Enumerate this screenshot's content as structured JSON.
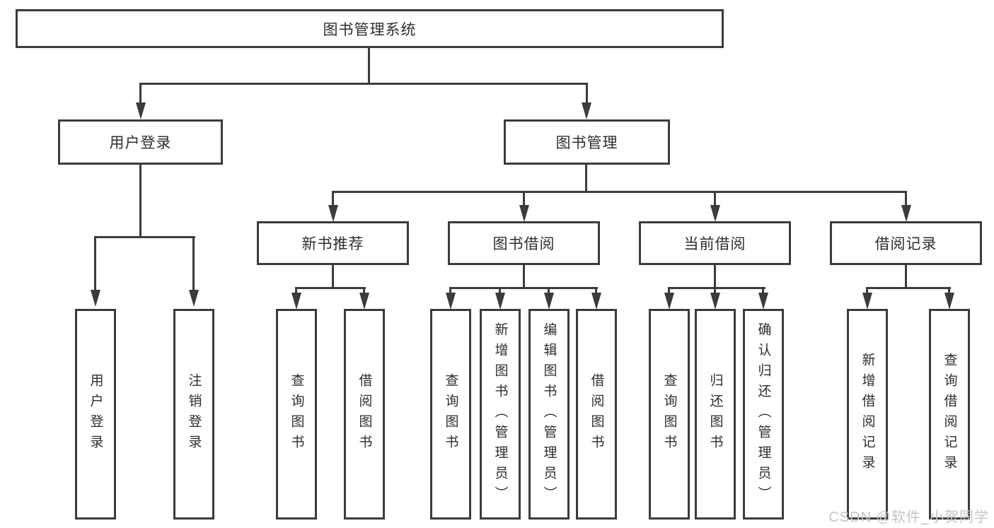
{
  "diagram": {
    "root": {
      "label": "图书管理系统"
    },
    "user_login": {
      "label": "用户登录",
      "leaves": [
        {
          "label": "用户登录"
        },
        {
          "label": "注销登录"
        }
      ]
    },
    "book_management": {
      "label": "图书管理",
      "children": [
        {
          "label": "新书推荐",
          "leaves": [
            {
              "label": "查询图书"
            },
            {
              "label": "借阅图书"
            }
          ]
        },
        {
          "label": "图书借阅",
          "leaves": [
            {
              "label": "查询图书"
            },
            {
              "label": "新增图书（管理员）"
            },
            {
              "label": "编辑图书（管理员）"
            },
            {
              "label": "借阅图书"
            }
          ]
        },
        {
          "label": "当前借阅",
          "leaves": [
            {
              "label": "查询图书"
            },
            {
              "label": "归还图书"
            },
            {
              "label": "确认归还（管理员）"
            }
          ]
        },
        {
          "label": "借阅记录",
          "leaves": [
            {
              "label": "新增借阅记录"
            },
            {
              "label": "查询借阅记录"
            }
          ]
        }
      ]
    }
  },
  "watermark": {
    "text": "CSDN @软件_小贺同学"
  },
  "colors": {
    "line": "#3b3b3b",
    "text": "#2e2e2e",
    "watermark": "#c4c4c4",
    "background": "#ffffff"
  }
}
